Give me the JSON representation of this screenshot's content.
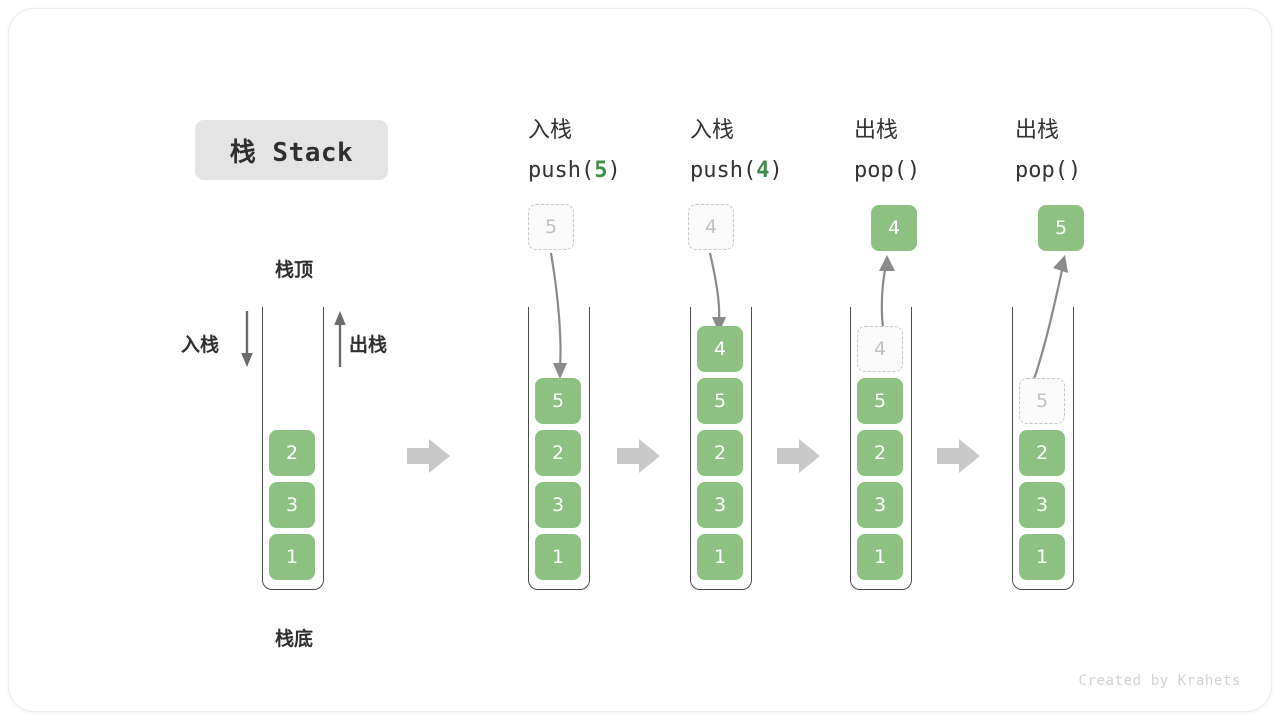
{
  "title": {
    "label": "栈 Stack"
  },
  "legend": {
    "top_label": "栈顶",
    "bottom_label": "栈底",
    "push_label": "入栈",
    "pop_label": "出栈"
  },
  "colors": {
    "cell_fill": "#8cc182",
    "cell_text": "#ffffff",
    "ghost_fill": "#fafafa",
    "ghost_border": "#c6c6c6",
    "ghost_text": "#c2c2c2",
    "accent_green": "#3f8f4a",
    "wall": "#4c4c4c",
    "flow_arrow": "#c8c8c8",
    "chip_bg": "#e4e4e4",
    "footer_text": "#d2d2d2"
  },
  "columns": [
    {
      "id": "initial",
      "head_line1": "",
      "head_line2": "",
      "head_accent": "",
      "cells": [
        {
          "value": "2",
          "state": "solid"
        },
        {
          "value": "3",
          "state": "solid"
        },
        {
          "value": "1",
          "state": "solid"
        }
      ]
    },
    {
      "id": "push-5",
      "head_line1": "入栈",
      "head_line2_prefix": "push(",
      "head_accent": "5",
      "head_line2_suffix": ")",
      "floating": {
        "value": "5",
        "state": "ghost"
      },
      "cells": [
        {
          "value": "5",
          "state": "solid"
        },
        {
          "value": "2",
          "state": "solid"
        },
        {
          "value": "3",
          "state": "solid"
        },
        {
          "value": "1",
          "state": "solid"
        }
      ]
    },
    {
      "id": "push-4",
      "head_line1": "入栈",
      "head_line2_prefix": "push(",
      "head_accent": "4",
      "head_line2_suffix": ")",
      "floating": {
        "value": "4",
        "state": "ghost"
      },
      "cells": [
        {
          "value": "4",
          "state": "solid"
        },
        {
          "value": "5",
          "state": "solid"
        },
        {
          "value": "2",
          "state": "solid"
        },
        {
          "value": "3",
          "state": "solid"
        },
        {
          "value": "1",
          "state": "solid"
        }
      ]
    },
    {
      "id": "pop-1",
      "head_line1": "出栈",
      "head_line2_prefix": "pop(",
      "head_accent": "",
      "head_line2_suffix": ")",
      "floating": {
        "value": "4",
        "state": "solid"
      },
      "cells": [
        {
          "value": "4",
          "state": "ghost"
        },
        {
          "value": "5",
          "state": "solid"
        },
        {
          "value": "2",
          "state": "solid"
        },
        {
          "value": "3",
          "state": "solid"
        },
        {
          "value": "1",
          "state": "solid"
        }
      ]
    },
    {
      "id": "pop-2",
      "head_line1": "出栈",
      "head_line2_prefix": "pop(",
      "head_accent": "",
      "head_line2_suffix": ")",
      "floating": {
        "value": "5",
        "state": "solid"
      },
      "cells": [
        {
          "value": "5",
          "state": "ghost"
        },
        {
          "value": "2",
          "state": "solid"
        },
        {
          "value": "3",
          "state": "solid"
        },
        {
          "value": "1",
          "state": "solid"
        }
      ]
    }
  ],
  "footer": {
    "credit": "Created by Krahets"
  }
}
